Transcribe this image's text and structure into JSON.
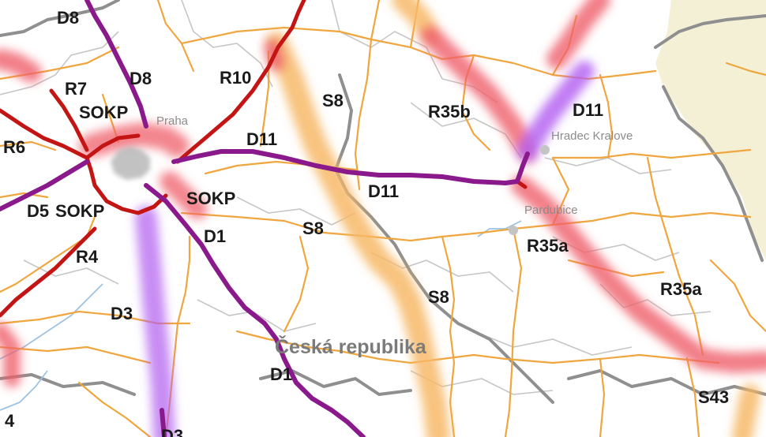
{
  "map": {
    "country_label": "Česká republika",
    "cities": {
      "praha": "Praha",
      "hradec": "Hradec Kralove",
      "pardubice": "Pardubice"
    },
    "routes": {
      "d8_top": "D8",
      "d8": "D8",
      "r10": "R10",
      "r7": "R7",
      "sokp_nw": "SOKP",
      "r6": "R6",
      "d11_a": "D11",
      "d11_b": "D11",
      "d11_c": "D11",
      "sokp_e": "SOKP",
      "d5": "D5",
      "sokp_s": "SOKP",
      "d1_a": "D1",
      "d1_b": "D1",
      "s8_a": "S8",
      "s8_b": "S8",
      "s8_c": "S8",
      "r35b": "R35b",
      "r35a_a": "R35a",
      "r35a_b": "R35a",
      "r4": "R4",
      "d3": "D3",
      "s43": "S43",
      "edge_4": "4",
      "edge_d3": "D3"
    },
    "colors": {
      "background": "#ffffff",
      "neighbor_country": "#f3f0d6",
      "border_major": "#8f8f8f",
      "border_minor": "#c6c6c6",
      "road_orange": "#f0a63e",
      "river": "#9dc2e3",
      "motorway_purple": "#8a1a8c",
      "expressway_red": "#c41515",
      "corridor_orange": "#f7b868",
      "corridor_red": "#ef5e6a",
      "corridor_purple": "#b15cf0",
      "city_gray": "#b8b8b8"
    }
  }
}
